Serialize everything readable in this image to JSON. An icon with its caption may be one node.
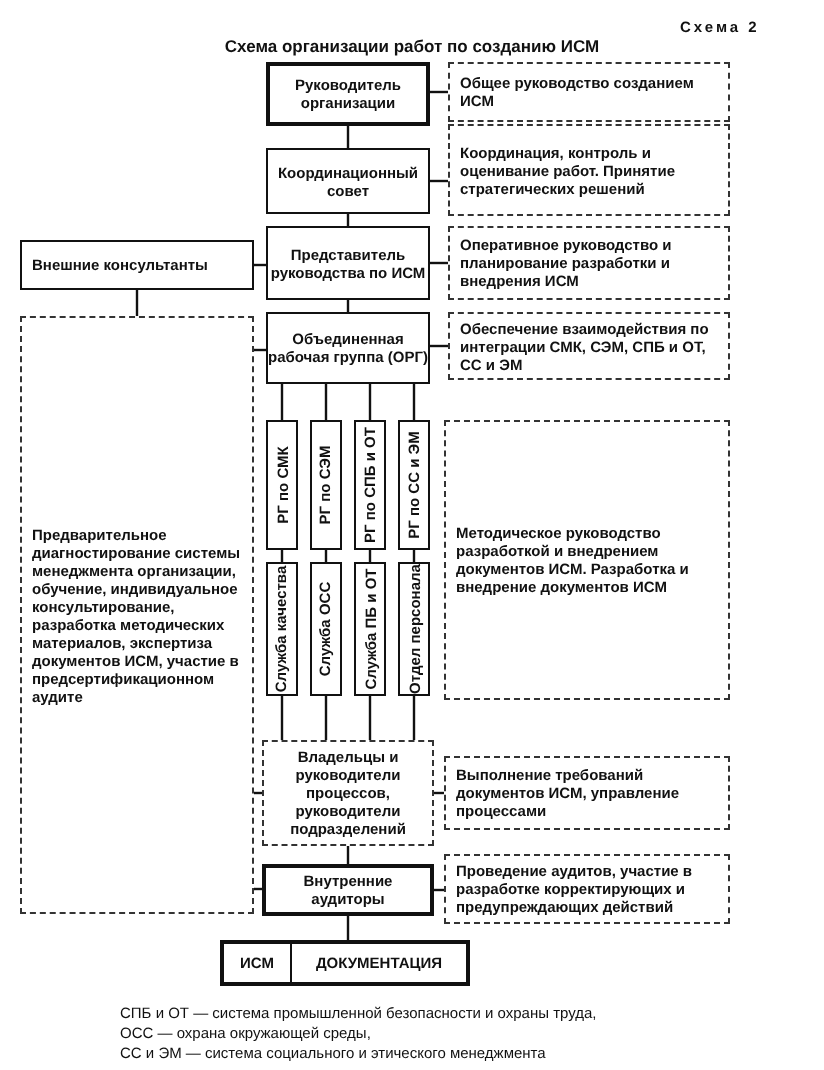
{
  "diagram": {
    "title": "Схема организации работ по созданию ИСМ",
    "nodes": [
      {
        "text": [
          "Руководитель организации"
        ]
      },
      {
        "text": [
          "Общее руководство созданием ИСМ"
        ]
      },
      {
        "text": [
          "Координационный совет"
        ]
      },
      {
        "text": [
          "Координация, контроль и оценивание работ. Принятие стратегических решений"
        ]
      },
      {
        "text": [
          "Внешние консультанты"
        ]
      },
      {
        "text": [
          "Представитель руководства по ИСМ"
        ]
      },
      {
        "text": [
          "Оперативное руководство и планирование разработки и внедрения ИСМ"
        ]
      },
      {
        "text": [
          "Объединенная рабочая группа (ОРГ)"
        ]
      },
      {
        "text": [
          "Обеспечение взаимодействия по интеграции СМК, СЭМ, СПБ и ОТ, СС и ЭМ"
        ]
      },
      {
        "text": [
          "Предварительное диагностирование системы менеджмента организации, обучение, индивидуальное консультирование, разработка методических материалов, экспертиза документов ИСМ, участие в предсертификационном аудите"
        ]
      },
      {
        "text": [
          "РГ по СМК"
        ]
      },
      {
        "text": [
          "РГ по СЭМ"
        ]
      },
      {
        "text": [
          "РГ по СПБ и ОТ"
        ]
      },
      {
        "text": [
          "РГ по СС и ЭМ"
        ]
      },
      {
        "text": [
          "Служба качества"
        ]
      },
      {
        "text": [
          "Служба ОСС"
        ]
      },
      {
        "text": [
          "Служба ПБ и ОТ"
        ]
      },
      {
        "text": [
          "Отдел персонала"
        ]
      },
      {
        "text": [
          "Методическое руководство разработкой и внедрением документов ИСМ. Разработка и внедрение документов ИСМ"
        ]
      },
      {
        "text": [
          "Владельцы и руководители процессов, руководители подразделений"
        ]
      },
      {
        "text": [
          "Выполнение требований документов ИСМ, управление процессами"
        ]
      },
      {
        "text": [
          "Внутренние аудиторы"
        ]
      },
      {
        "text": [
          "Проведение аудитов, участие в разработке корректирующих и предупреждающих действий"
        ]
      },
      {
        "text": [
          "ИСМ",
          "ДОКУМЕНТАЦИЯ"
        ]
      }
    ],
    "edges": [
      {
        "from": 0,
        "to": 1,
        "arrow": "none"
      },
      {
        "from": 0,
        "to": 2,
        "arrow": "none"
      },
      {
        "from": 2,
        "to": 3,
        "arrow": "none"
      },
      {
        "from": 2,
        "to": 5,
        "arrow": "none"
      },
      {
        "from": 4,
        "to": 5,
        "arrow": "none"
      },
      {
        "from": 5,
        "to": 6,
        "arrow": "none"
      },
      {
        "from": 5,
        "to": 7,
        "arrow": "none"
      },
      {
        "from": 4,
        "to": 9,
        "arrow": "none"
      },
      {
        "from": 9,
        "to": 7,
        "arrow": "none"
      },
      {
        "from": 7,
        "to": 8,
        "arrow": "none"
      },
      {
        "from": 7,
        "to": 10,
        "arrow": "none"
      },
      {
        "from": 7,
        "to": 11,
        "arrow": "none"
      },
      {
        "from": 7,
        "to": 12,
        "arrow": "none"
      },
      {
        "from": 7,
        "to": 13,
        "arrow": "none"
      },
      {
        "from": 10,
        "to": 14,
        "arrow": "none"
      },
      {
        "from": 11,
        "to": 15,
        "arrow": "none"
      },
      {
        "from": 12,
        "to": 16,
        "arrow": "none"
      },
      {
        "from": 13,
        "to": 17,
        "arrow": "none"
      },
      {
        "from": 14,
        "to": 19,
        "arrow": "none"
      },
      {
        "from": 15,
        "to": 19,
        "arrow": "none"
      },
      {
        "from": 16,
        "to": 19,
        "arrow": "none"
      },
      {
        "from": 17,
        "to": 19,
        "arrow": "none"
      },
      {
        "from": 9,
        "to": 19,
        "arrow": "none"
      },
      {
        "from": 19,
        "to": 20,
        "arrow": "none"
      },
      {
        "from": 19,
        "to": 21,
        "arrow": "none"
      },
      {
        "from": 9,
        "to": 21,
        "arrow": "none"
      },
      {
        "from": 21,
        "to": 22,
        "arrow": "none"
      },
      {
        "from": 21,
        "to": 23,
        "arrow": "none"
      }
    ],
    "labels": [
      "Схема 2",
      "СПБ и ОТ — система промышленной безопасности и охраны труда,",
      "ОСС — охрана окружающей среды,",
      "СС и ЭМ — система социального и этического менеджмента"
    ]
  }
}
